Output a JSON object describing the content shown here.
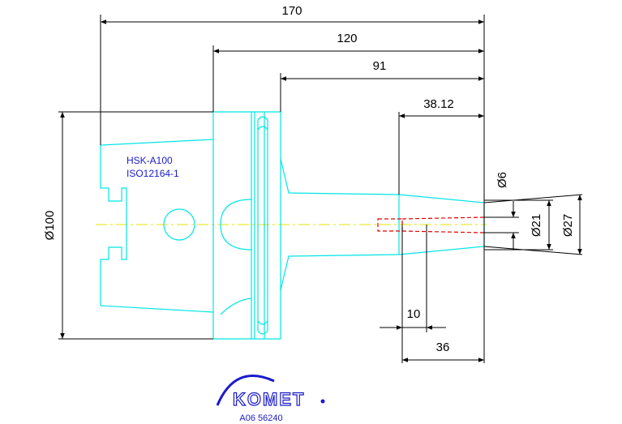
{
  "dimensions": {
    "overall_length": "170",
    "flange_to_end": "120",
    "shank_length": "91",
    "tip_length": "38.12",
    "bore_length": "36",
    "slot_depth": "10",
    "body_diameter": "Ø100",
    "pin_diameter": "Ø6",
    "tip_diameter": "Ø21",
    "shank_diameter": "Ø27"
  },
  "notes": {
    "standard_line1": "HSK-A100",
    "standard_line2": "ISO12164-1"
  },
  "logo": {
    "brand": "KOMET"
  },
  "drawing_id": "A06 56240",
  "colors": {
    "outline": "#00e5e5",
    "dimension": "#000000",
    "centerline": "#e5e500",
    "hidden": "#e00000",
    "annotation": "#1a1acc"
  }
}
